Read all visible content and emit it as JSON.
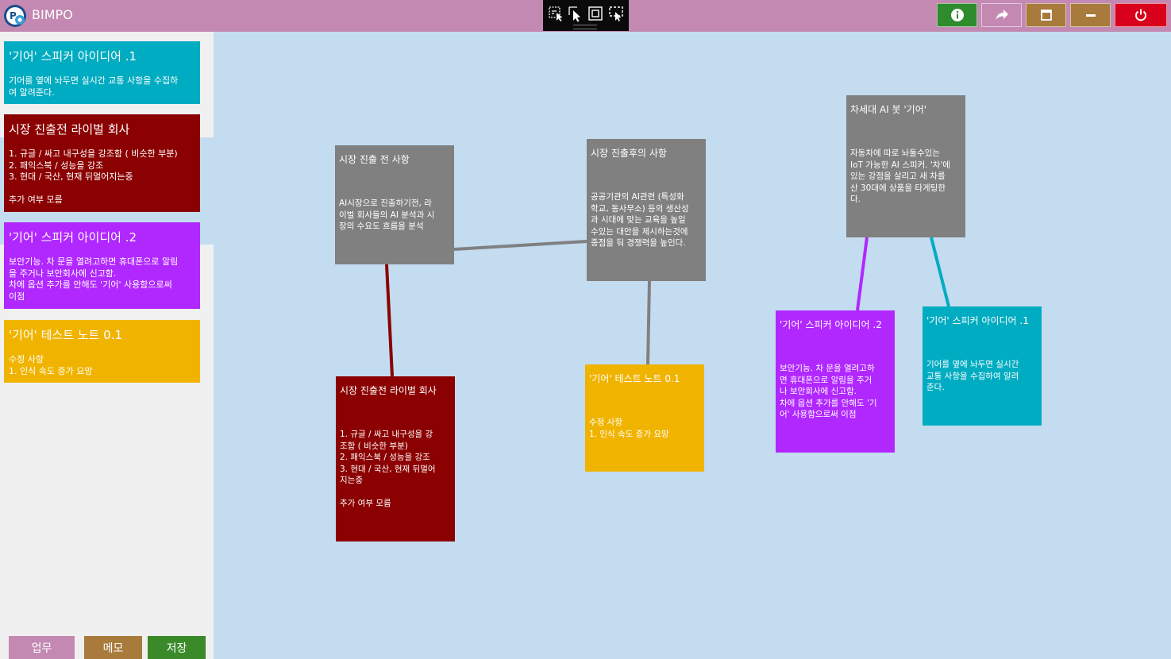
{
  "app": {
    "title": "BIMPO"
  },
  "toolbar_icons": [
    "select-add-icon",
    "cursor-icon",
    "frame-icon",
    "screen-select-icon"
  ],
  "window_buttons": [
    {
      "name": "info-icon",
      "color": "#2e8b2e"
    },
    {
      "name": "share-icon",
      "color": "#c389b2"
    },
    {
      "name": "maximize-icon",
      "color": "#a87a3c"
    },
    {
      "name": "minimize-icon",
      "color": "#a87a3c"
    },
    {
      "name": "power-icon",
      "color": "#d9001c"
    }
  ],
  "sidebar": {
    "cards": [
      {
        "title": "'기어' 스피커 아이디어 .1",
        "body": "기어를 옆에 놔두면 실시간 교통 사항을 수집하\n여 알려준다.",
        "color": "#00acc1"
      },
      {
        "title": "시장 진출전 라이벌 회사",
        "body": "1. 규글 / 싸고 내구성을 강조함 ( 비슷한 부분)\n2. 패익스북 / 성능을 강조\n3. 현대 / 국산, 현재 뒤멀어지는중\n\n추가 여부 모름",
        "color": "#8b0000"
      },
      {
        "title": "'기어' 스피커 아이디어 .2",
        "body": "보안기능. 차 문을 열려고하면 휴대폰으로 알림\n을 주거나 보안회사에 신고함.\n차에 옵션 추가를 안해도 '기어' 사용함으로써\n이점",
        "color": "#b128ff"
      },
      {
        "title": "'기어' 테스트 노트 0.1",
        "body": "수정 사항\n1. 인식 속도 증가 요망",
        "color": "#f0b400"
      }
    ],
    "buttons": [
      {
        "label": "업무",
        "color": "#c389b2"
      },
      {
        "label": "메모",
        "color": "#a87a3c"
      },
      {
        "label": "저장",
        "color": "#3a8a2a"
      }
    ]
  },
  "canvas": {
    "notes": [
      {
        "id": "pre-market",
        "title": "시장 진출 전 사항",
        "body": "AI시장으로 진출하기전, 라\n이벌 회사들의 AI 분석과 시\n장의 수요도 흐름을 분석",
        "color": "#808080"
      },
      {
        "id": "post-market",
        "title": "시장 진출후의 사항",
        "body": "공공기관의 AI관련 (특성화\n학교, 동사무소) 등의 생산성\n과 시대에 맞는 교육을 높일\n수있는 대안을 제시하는것에\n중점을 둬 경쟁력을 높인다.",
        "color": "#808080"
      },
      {
        "id": "next-gen",
        "title": "차세대 AI 봇 '기어'",
        "body": "자동차에 따로 놔둘수있는\nIoT 가능한 AI 스피커. '차'에\n있는 강점을 살리고 새 차를\n산 30대에 상품을 타게팅한\n다.",
        "color": "#808080"
      },
      {
        "id": "rival",
        "title": "시장 진출전 라이벌 회사",
        "body": "1. 규글 / 싸고 내구성을 강\n조함 ( 비슷한 부분)\n2. 패익스북 / 성능을 강조\n3. 현대 / 국산, 현재 뒤멀어\n지는중\n\n추가 여부 모름",
        "color": "#8b0000"
      },
      {
        "id": "test-note",
        "title": "'기어' 테스트 노트 0.1",
        "body": "수정 사항\n1. 인식 속도 증가 요망",
        "color": "#f0b400"
      },
      {
        "id": "speaker-2",
        "title": "'기어' 스피커 아이디어 .2",
        "body": "보안기능. 차 문을 열려고하\n면 휴대폰으로 알림을 주거\n나 보안회사에 신고함.\n차에 옵션 추가를 안해도 '기\n어' 사용함으로써 이점",
        "color": "#b128ff"
      },
      {
        "id": "speaker-1",
        "title": "'기어' 스피커 아이디어 .1",
        "body": "기어를 옆에 놔두면 실시간\n교통 사항을 수집하여 알려\n준다.",
        "color": "#00acc1"
      }
    ],
    "links": [
      {
        "from": "pre-market",
        "to": "post-market",
        "color": "#808080"
      },
      {
        "from": "pre-market",
        "to": "rival",
        "color": "#8b0000"
      },
      {
        "from": "post-market",
        "to": "test-note",
        "color": "#808080"
      },
      {
        "from": "next-gen",
        "to": "speaker-2",
        "color": "#b128ff"
      },
      {
        "from": "next-gen",
        "to": "speaker-1",
        "color": "#00acc1"
      }
    ]
  }
}
